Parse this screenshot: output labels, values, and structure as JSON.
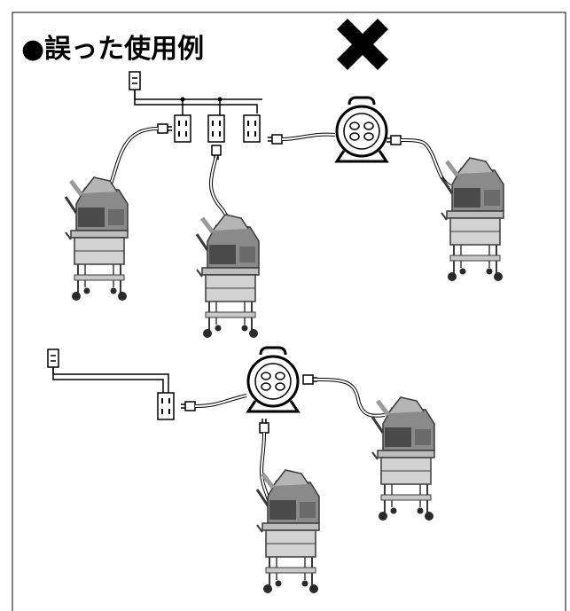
{
  "title": "●誤った使用例",
  "symbols": {
    "prohibited_mark": "x-mark-icon",
    "colors": {
      "line": "#000000",
      "cart_fill": "#8a8a8a",
      "cart_dark": "#3a3a3a",
      "background": "#ffffff"
    }
  },
  "scenes": [
    {
      "name": "multiple-carts-from-power-strip-with-cord-reel",
      "wall_outlets": 1,
      "power_strip_sockets": 3,
      "cord_reels": 1,
      "carts": 3
    },
    {
      "name": "multiple-carts-from-cord-reel",
      "wall_outlets": 1,
      "power_strip_sockets": 1,
      "cord_reels": 1,
      "carts": 2
    }
  ]
}
